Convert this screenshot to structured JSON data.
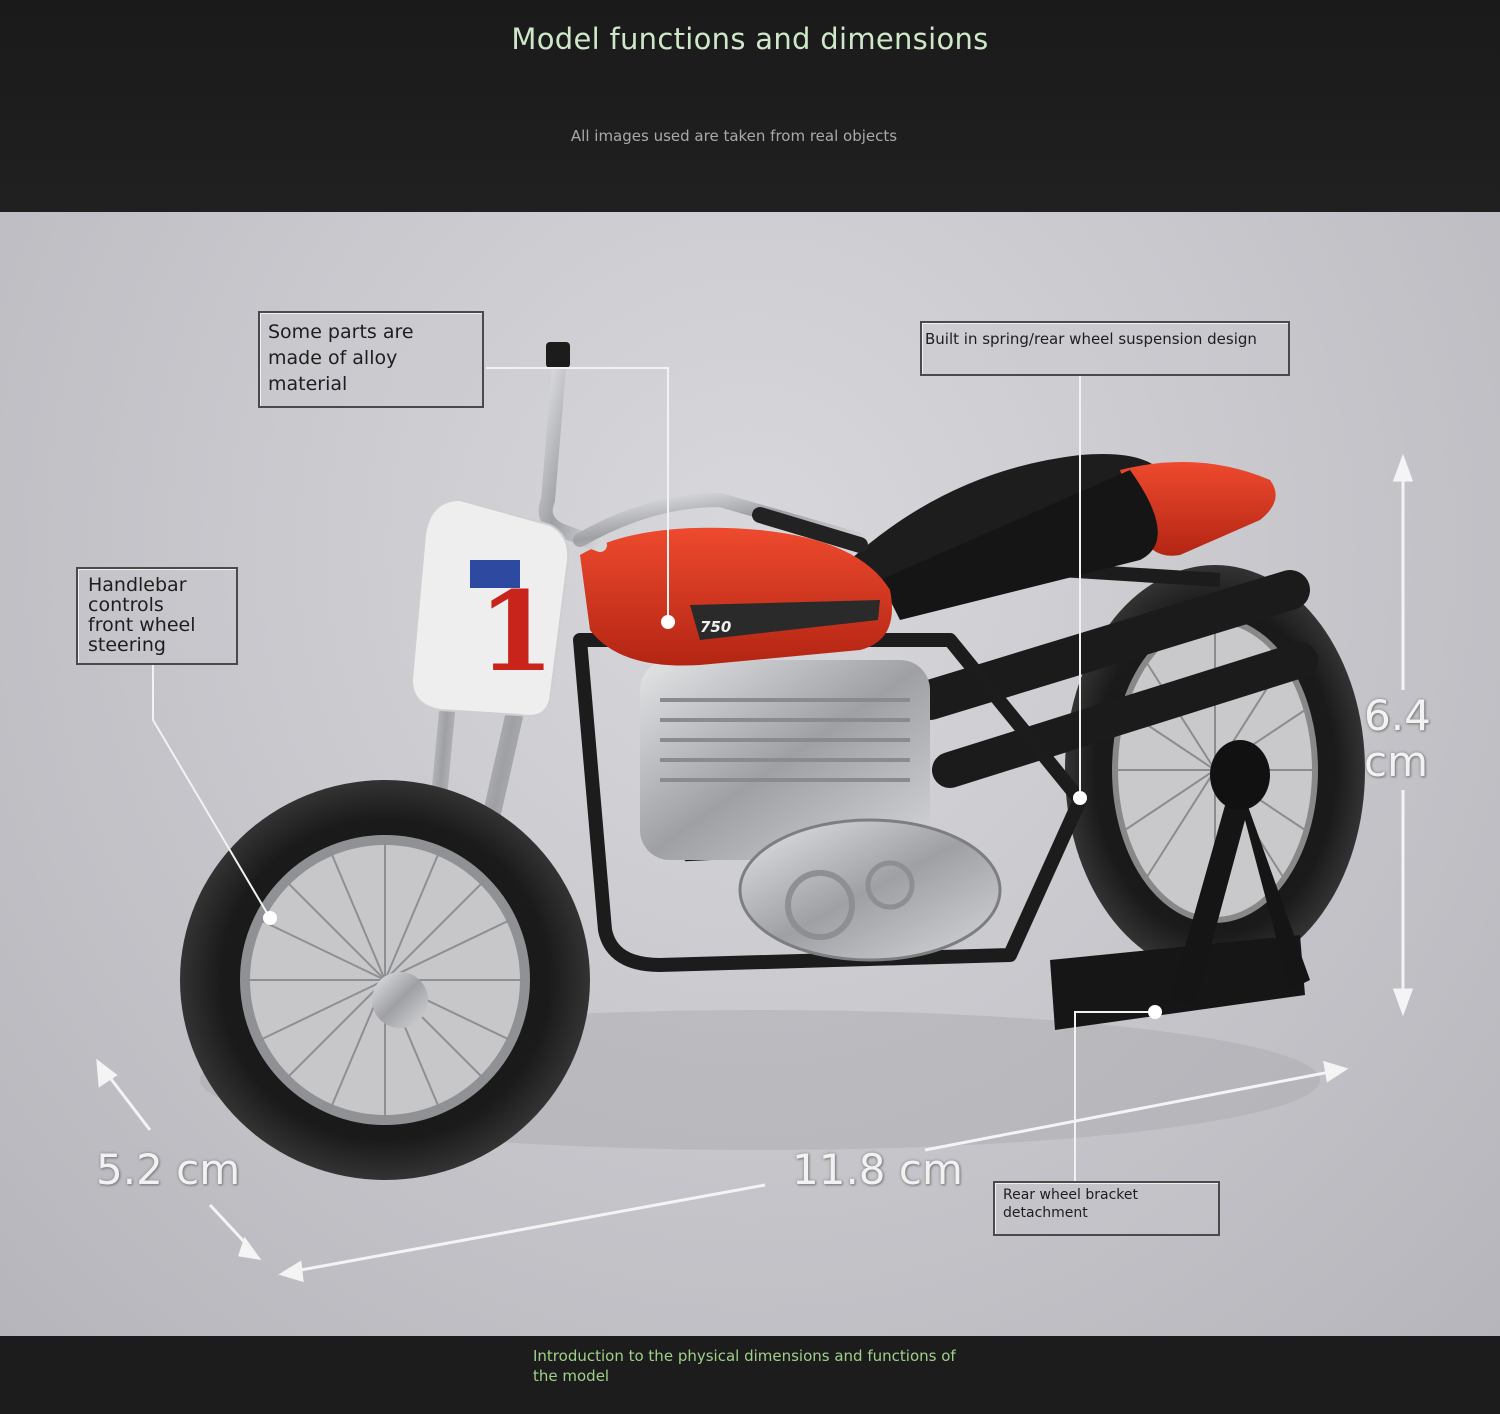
{
  "header": {
    "title": "Model functions and dimensions",
    "subtitle": "All images used are taken from real objects"
  },
  "callouts": {
    "alloy": [
      "Some parts are",
      "made of alloy",
      "material"
    ],
    "handlebar": [
      "Handlebar",
      "controls",
      "front wheel",
      "steering"
    ],
    "suspension": "Built in spring/rear wheel suspension design",
    "bracket": [
      "Rear wheel bracket",
      "detachment"
    ]
  },
  "dimensions": {
    "depth": "5.2 cm",
    "length": "11.8 cm",
    "height": [
      "6.4",
      "cm"
    ]
  },
  "bike": {
    "tank_number": "1",
    "tank_badge": "750"
  },
  "footer": {
    "text": "Introduction to the physical dimensions and functions of the model"
  },
  "colors": {
    "body_red": "#d8361f",
    "seat_black": "#1d1d1d",
    "chrome": "#b9babd",
    "footer_text": "#9fd08a"
  }
}
